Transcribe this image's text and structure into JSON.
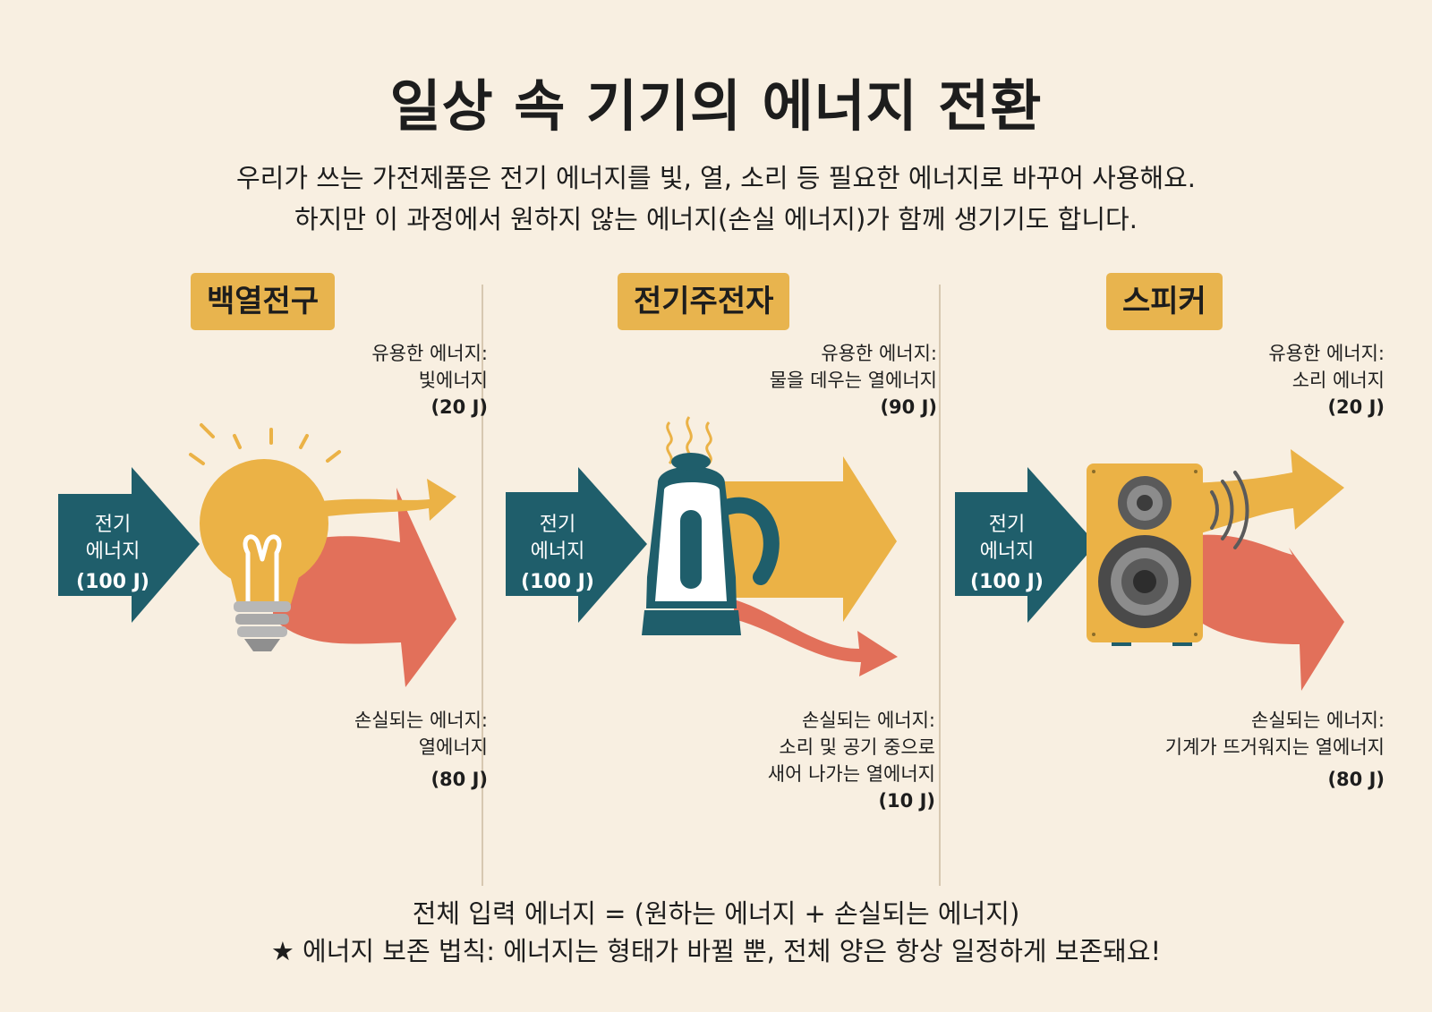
{
  "title": "일상 속 기기의 에너지 전환",
  "subtitle": [
    "우리가 쓰는 가전제품은 전기 에너지를 빛, 열, 소리 등 필요한 에너지로 바꾸어 사용해요.",
    "하지만 이 과정에서 원하지 않는 에너지(손실 에너지)가 함께 생기기도 합니다."
  ],
  "colors": {
    "background": "#f8efe1",
    "badge": "#e8b44e",
    "input_arrow": "#1f5e6b",
    "useful_arrow": "#ebb246",
    "loss_arrow": "#e2705a"
  },
  "devices": [
    {
      "name": "백열전구",
      "icon": "light-bulb-icon",
      "input": {
        "line1": "전기",
        "line2": "에너지",
        "value": "(100 J)"
      },
      "useful": {
        "heading": "유용한 에너지:",
        "lines": [
          "빛에너지"
        ],
        "value": "(20 J)"
      },
      "loss": {
        "heading": "손실되는 에너지:",
        "lines": [
          "열에너지"
        ],
        "value": "(80 J)"
      }
    },
    {
      "name": "전기주전자",
      "icon": "kettle-icon",
      "input": {
        "line1": "전기",
        "line2": "에너지",
        "value": "(100 J)"
      },
      "useful": {
        "heading": "유용한 에너지:",
        "lines": [
          "물을 데우는 열에너지"
        ],
        "value": "(90 J)"
      },
      "loss": {
        "heading": "손실되는 에너지:",
        "lines": [
          "소리 및 공기 중으로",
          "새어 나가는 열에너지"
        ],
        "value": "(10 J)"
      }
    },
    {
      "name": "스피커",
      "icon": "speaker-icon",
      "input": {
        "line1": "전기",
        "line2": "에너지",
        "value": "(100 J)"
      },
      "useful": {
        "heading": "유용한 에너지:",
        "lines": [
          "소리 에너지"
        ],
        "value": "(20 J)"
      },
      "loss": {
        "heading": "손실되는 에너지:",
        "lines": [
          "기계가 뜨거워지는 열에너지"
        ],
        "value": "(80 J)"
      }
    }
  ],
  "footer": {
    "formula": "전체 입력 에너지 = (원하는 에너지 + 손실되는 에너지)",
    "law": "★ 에너지 보존 법칙: 에너지는 형태가 바뀔 뿐, 전체 양은 항상 일정하게 보존돼요!"
  }
}
